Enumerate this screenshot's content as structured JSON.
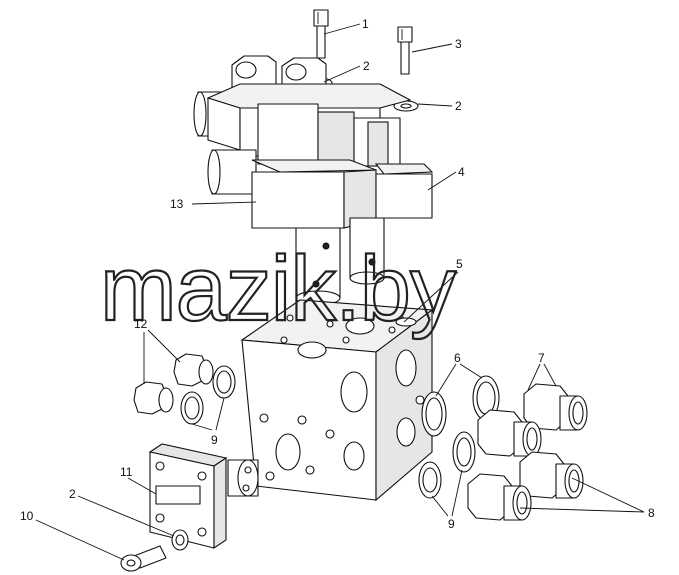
{
  "watermark": "mazik.by",
  "colors": {
    "line": "#111111",
    "background": "#ffffff"
  },
  "callouts": [
    {
      "id": "c1",
      "label": "1"
    },
    {
      "id": "c2a",
      "label": "2"
    },
    {
      "id": "c2b",
      "label": "2"
    },
    {
      "id": "c2c",
      "label": "2"
    },
    {
      "id": "c3",
      "label": "3"
    },
    {
      "id": "c4",
      "label": "4"
    },
    {
      "id": "c5",
      "label": "5"
    },
    {
      "id": "c6",
      "label": "6"
    },
    {
      "id": "c7",
      "label": "7"
    },
    {
      "id": "c8",
      "label": "8"
    },
    {
      "id": "c9a",
      "label": "9"
    },
    {
      "id": "c9b",
      "label": "9"
    },
    {
      "id": "c10",
      "label": "10"
    },
    {
      "id": "c11",
      "label": "11"
    },
    {
      "id": "c12",
      "label": "12"
    },
    {
      "id": "c13",
      "label": "13"
    }
  ]
}
